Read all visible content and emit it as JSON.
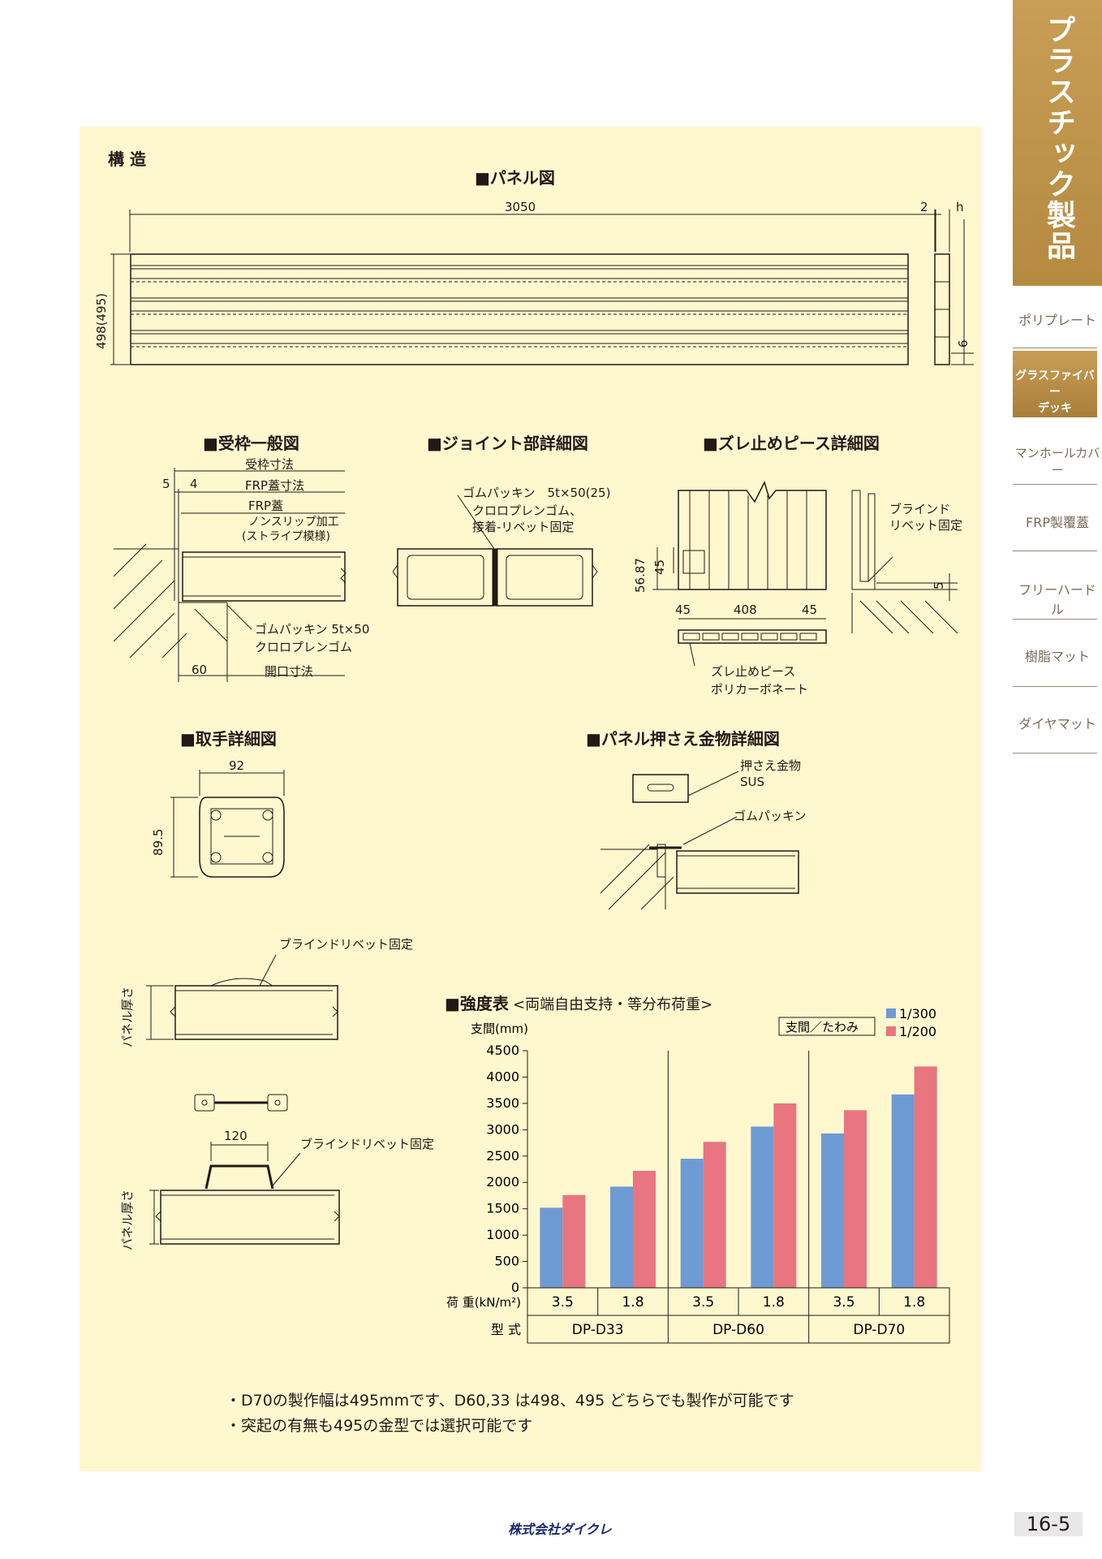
{
  "sidebar": {
    "category": "プラスチック製品",
    "items": [
      {
        "label": "ポリプレート"
      },
      {
        "label": "グラスファイバー\nデッキ",
        "active": true
      },
      {
        "label": "マンホールカバー"
      },
      {
        "label": "FRP製覆蓋"
      },
      {
        "label": "フリーハードル"
      },
      {
        "label": "樹脂マット"
      },
      {
        "label": "ダイヤマット"
      }
    ],
    "active_line1": "グラスファイバー",
    "active_line2": "デッキ"
  },
  "section_label": "構 造",
  "panel_diagram": {
    "title": "■パネル図",
    "length": "3050",
    "width": "498(495)",
    "right_dim_2": "2",
    "right_dim_h": "h",
    "right_dim_6": "6"
  },
  "frame_diagram": {
    "title": "■受枠一般図",
    "frame_dim": "受枠寸法",
    "dim_5": "5",
    "dim_4": "4",
    "frp_dim": "FRP蓋寸法",
    "frp_cover": "FRP蓋",
    "nonslip_1": "ノンスリップ加工",
    "nonslip_2": "(ストライプ模様)",
    "packing_1": "ゴムパッキン 5t×50",
    "packing_2": "クロロプレンゴム",
    "dim_60": "60",
    "opening_dim": "開口寸法"
  },
  "joint_diagram": {
    "title": "■ジョイント部詳細図",
    "packing": "ゴムパッキン　5t×50(25)",
    "note_1": "クロロプレンゴム、",
    "note_2": "接着-リベット固定"
  },
  "stopper_diagram": {
    "title": "■ズレ止めピース詳細図",
    "dim_5687": "56.87",
    "dim_45v": "45",
    "blind_1": "ブラインド",
    "blind_2": "リベット固定",
    "dim_5": "5",
    "dim_45a": "45",
    "dim_408": "408",
    "dim_45b": "45",
    "piece_1": "ズレ止めピース",
    "piece_2": "ポリカーボネート"
  },
  "handle_diagram": {
    "title": "■取手詳細図",
    "dim_92": "92",
    "dim_895": "89.5",
    "rivet_1": "ブラインドリベット固定",
    "thickness_1": "パネル厚さ",
    "dim_120": "120",
    "rivet_2": "ブラインドリベット固定",
    "thickness_2": "パネル厚さ"
  },
  "clamp_diagram": {
    "title": "■パネル押さえ金物詳細図",
    "clamp_1": "押さえ金物",
    "clamp_2": "SUS",
    "packing": "ゴムパッキン"
  },
  "chart_title": "■強度表",
  "chart_subtitle": "<両端自由支持・等分布荷重>",
  "chart_data": {
    "type": "bar",
    "ylabel": "支間(mm)",
    "legend_box": "支間／たわみ",
    "ylim": [
      0,
      4500
    ],
    "yticks": [
      "4500",
      "4000",
      "3500",
      "3000",
      "2500",
      "2000",
      "1500",
      "1000",
      "500",
      "0"
    ],
    "load_label": "荷 重(kN/m²)",
    "model_label": "型 式",
    "groups": [
      {
        "model": "DP-D33",
        "loads": [
          "3.5",
          "1.8"
        ]
      },
      {
        "model": "DP-D60",
        "loads": [
          "3.5",
          "1.8"
        ]
      },
      {
        "model": "DP-D70",
        "loads": [
          "3.5",
          "1.8"
        ]
      }
    ],
    "categories": [
      "DP-D33 3.5",
      "DP-D33 1.8",
      "DP-D60 3.5",
      "DP-D60 1.8",
      "DP-D70 3.5",
      "DP-D70 1.8"
    ],
    "series": [
      {
        "name": "1/300",
        "color": "#6f9bd5",
        "values": [
          1520,
          1920,
          2450,
          3060,
          2930,
          3670
        ]
      },
      {
        "name": "1/200",
        "color": "#e8757f",
        "values": [
          1760,
          2220,
          2770,
          3500,
          3370,
          4200
        ]
      }
    ]
  },
  "notes": [
    "・D70の製作幅は495mmです、D60,33 は498、495 どちらでも製作が可能です",
    "・突起の有無も495の金型では選択可能です"
  ],
  "footer_logo": "株式会社ダイクレ",
  "page_number": "16-5"
}
